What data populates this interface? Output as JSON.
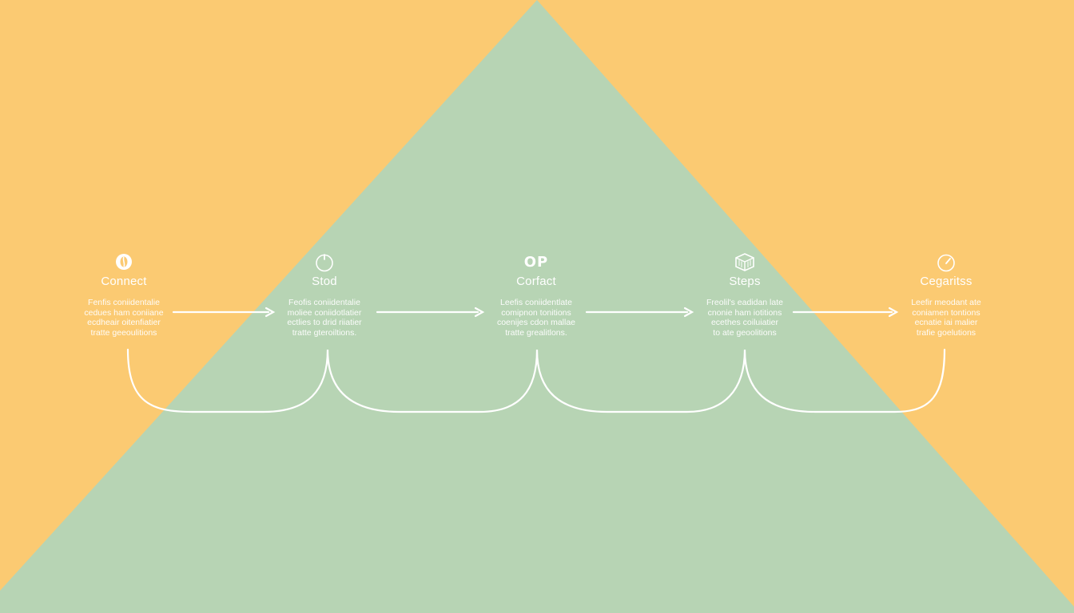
{
  "colors": {
    "background": "#fbca72",
    "triangle": "#b7d4b4",
    "line": "#ffffff",
    "text": "#ffffff"
  },
  "steps": [
    {
      "icon": "coffee-bean-icon",
      "icon_text": "",
      "title": "Connect",
      "description": "Fenfis coniidentalie\ncedues ham coniiane\necdheair oitenfiatier\ntratte geeoulitions"
    },
    {
      "icon": "power-icon",
      "icon_text": "",
      "title": "Stod",
      "description": "Feofis coniidentalie\nmoliee coniidotlatier\nectlies to drid riiatier\ntratte gteroiltions."
    },
    {
      "icon": "text-icon",
      "icon_text": "OP",
      "title": "Corfact",
      "description": "Leefis coniidentlate\ncomipnon tonitions\ncoenijes cdon mallae\ntratte grealitlons."
    },
    {
      "icon": "cube-icon",
      "icon_text": "",
      "title": "Steps",
      "description": "Freolil's eadidan late\ncnonie ham iotitions\necethes coiluiatier\nto ate geoolitions"
    },
    {
      "icon": "gauge-icon",
      "icon_text": "",
      "title": "Cegaritss",
      "description": "Leefir meodant ate\nconiamen tontions\necnatie iai malier\ntrafie goelutions"
    }
  ]
}
